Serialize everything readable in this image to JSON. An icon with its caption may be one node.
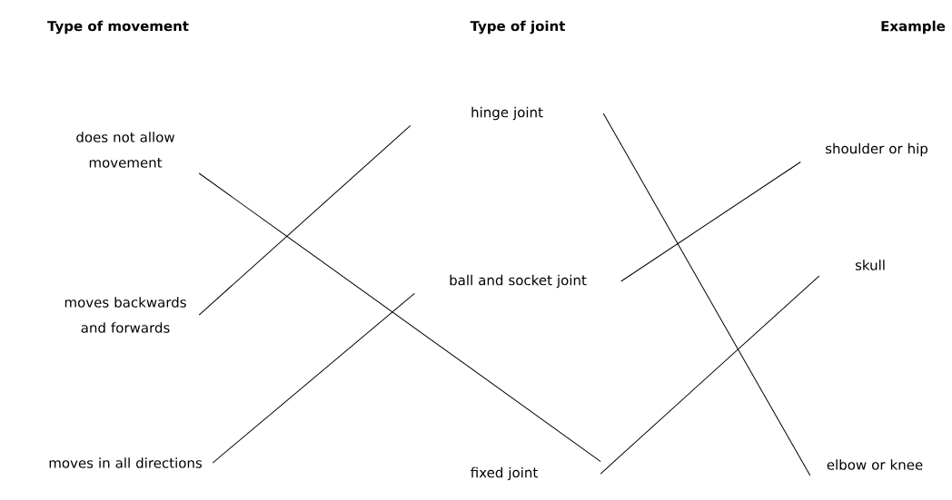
{
  "diagram": {
    "nodes": [
      {
        "text": [
          "does not allow movement"
        ]
      },
      {
        "text": [
          "moves backwards and forwards"
        ]
      },
      {
        "text": [
          "moves in all directions"
        ]
      },
      {
        "text": [
          "hinge joint"
        ]
      },
      {
        "text": [
          "ball and socket joint"
        ]
      },
      {
        "text": [
          "fixed joint"
        ]
      },
      {
        "text": [
          "shoulder or hip"
        ]
      },
      {
        "text": [
          "skull"
        ]
      },
      {
        "text": [
          "elbow or knee"
        ]
      }
    ],
    "edges": [
      {
        "from": 0,
        "to": 5,
        "arrow": "none"
      },
      {
        "from": 1,
        "to": 3,
        "arrow": "none"
      },
      {
        "from": 2,
        "to": 4,
        "arrow": "none"
      },
      {
        "from": 3,
        "to": 8,
        "arrow": "none"
      },
      {
        "from": 4,
        "to": 6,
        "arrow": "none"
      },
      {
        "from": 5,
        "to": 7,
        "arrow": "none"
      }
    ],
    "labels": [
      "Type of movement",
      "Type of joint",
      "Example"
    ]
  }
}
